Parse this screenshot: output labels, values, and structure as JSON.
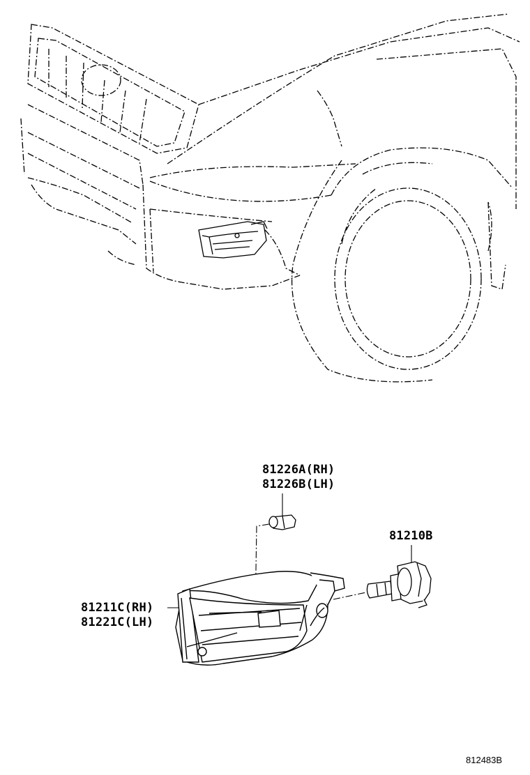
{
  "parts": [
    {
      "id": "bulb_socket",
      "lines": [
        "81226A(RH)",
        "81226B(LH)"
      ]
    },
    {
      "id": "bulb",
      "lines": [
        "81210B"
      ]
    },
    {
      "id": "fog_lamp",
      "lines": [
        "81211C(RH)",
        "81221C(LH)"
      ]
    }
  ],
  "reference_code": "812483B"
}
